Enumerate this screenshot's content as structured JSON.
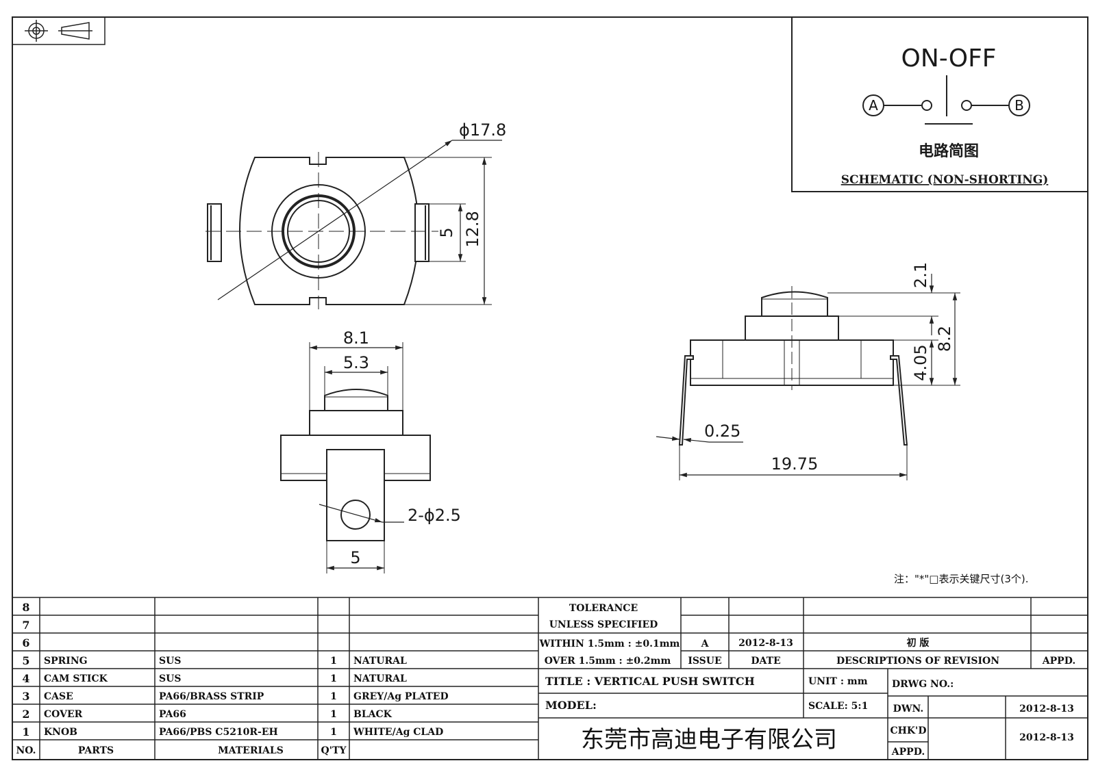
{
  "schematic": {
    "title": "ON-OFF",
    "terminal_a": "A",
    "terminal_b": "B",
    "subtitle_cn": "电路简图",
    "subtitle_en": "SCHEMATIC (NON-SHORTING)"
  },
  "dimensions": {
    "top_diameter": "ϕ17.8",
    "top_width": "5",
    "top_height": "12.8",
    "front_outer": "8.1",
    "front_knob": "5.3",
    "front_hole": "2-ϕ2.5",
    "front_tab": "5",
    "side_knob_h": "2.1",
    "side_total_h": "8.2",
    "side_body_h": "4.05",
    "side_pin": "0.25",
    "side_span": "19.75"
  },
  "note": "注：\"*\"□表示关键尺寸(3个).",
  "bom": {
    "headers": {
      "no": "NO.",
      "parts": "PARTS",
      "materials": "MATERIALS",
      "qty": "Q'TY"
    },
    "rows": [
      {
        "no": "8",
        "parts": "",
        "materials": "",
        "qty": "",
        "finish": ""
      },
      {
        "no": "7",
        "parts": "",
        "materials": "",
        "qty": "",
        "finish": ""
      },
      {
        "no": "6",
        "parts": "",
        "materials": "",
        "qty": "",
        "finish": ""
      },
      {
        "no": "5",
        "parts": "SPRING",
        "materials": "SUS",
        "qty": "1",
        "finish": "NATURAL"
      },
      {
        "no": "4",
        "parts": "CAM STICK",
        "materials": "SUS",
        "qty": "1",
        "finish": "NATURAL"
      },
      {
        "no": "3",
        "parts": "CASE",
        "materials": "PA66/BRASS STRIP",
        "qty": "1",
        "finish": "GREY/Ag PLATED"
      },
      {
        "no": "2",
        "parts": "COVER",
        "materials": "PA66",
        "qty": "1",
        "finish": "BLACK"
      },
      {
        "no": "1",
        "parts": "KNOB",
        "materials": "PA66/PBS C5210R-EH",
        "qty": "1",
        "finish": "WHITE/Ag CLAD"
      }
    ]
  },
  "title_block": {
    "tolerance_1": "TOLERANCE",
    "tolerance_2": "UNLESS  SPECIFIED",
    "tolerance_3": "WITHIN 1.5mm : ±0.1mm",
    "tolerance_4": "OVER 1.5mm : ±0.2mm",
    "rev_issue": "A",
    "rev_date": "2012-8-13",
    "rev_desc": "初  版",
    "issue_label": "ISSUE",
    "date_label": "DATE",
    "desc_label": "DESCRIPTIONS OF REVISION",
    "appd_label": "APPD.",
    "title": "TITLE :  VERTICAL PUSH SWITCH",
    "unit": "UNIT :  mm",
    "drwg_no": "DRWG NO.:",
    "model": "MODEL:",
    "scale": "SCALE:  5:1",
    "dwn": "DWN.",
    "dwn_date": "2012-8-13",
    "chkd": "CHK'D",
    "chkd_date": "2012-8-13",
    "appd": "APPD.",
    "company": "东莞市高迪电子有限公司"
  }
}
